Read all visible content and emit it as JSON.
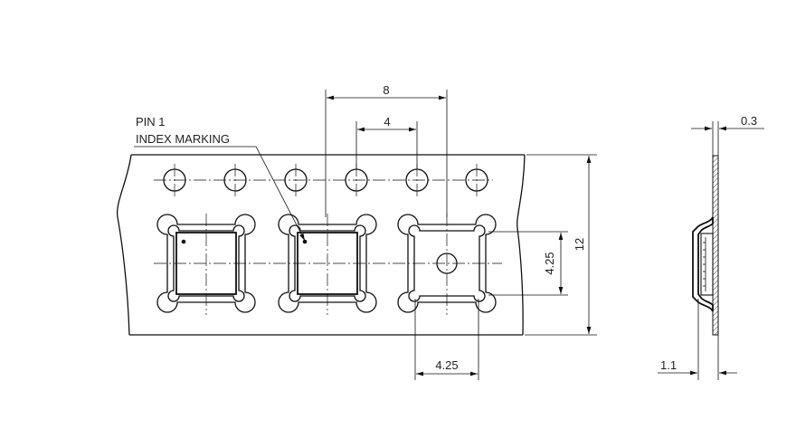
{
  "annotations": {
    "pin1_label": "PIN 1",
    "index_marking_label": "INDEX MARKING"
  },
  "dimensions": {
    "pocket_pitch": "8",
    "sprocket_pitch": "4",
    "tape_width": "12",
    "pocket_height": "4.25",
    "pocket_width": "4.25",
    "tape_thickness": "0.3",
    "pocket_depth": "1.1"
  }
}
